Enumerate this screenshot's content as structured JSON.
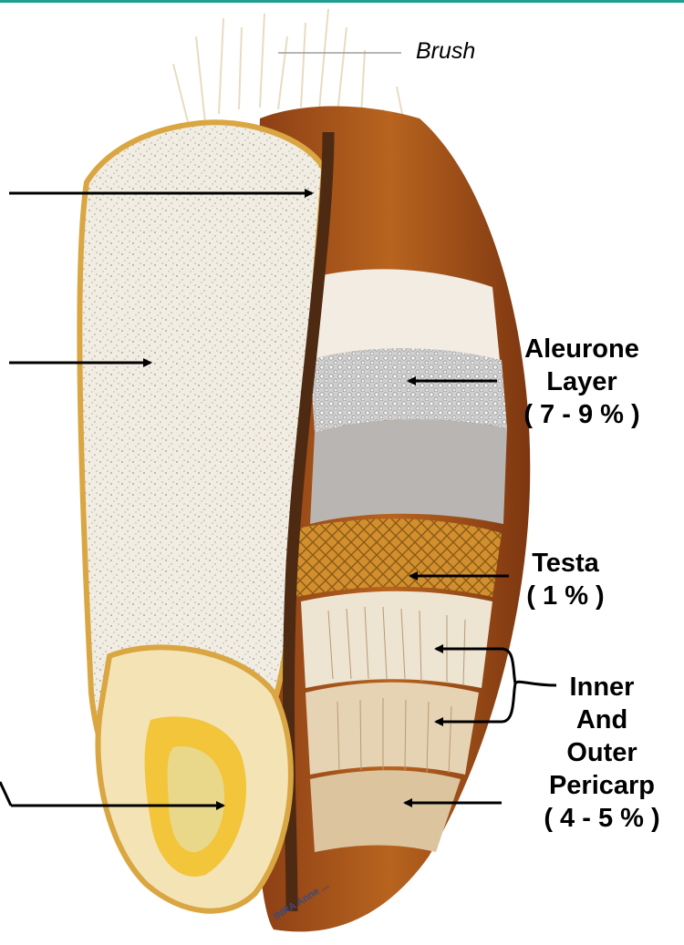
{
  "colors": {
    "top_rule": "#1f9e8f"
  },
  "labels": {
    "brush": "Brush",
    "aleurone": [
      "Aleurone",
      "Layer",
      "( 7 - 9 % )"
    ],
    "testa": [
      "Testa",
      "( 1 % )"
    ],
    "pericarp": [
      "Inner",
      "And",
      "Outer",
      "Pericarp",
      "( 4 - 5 % )"
    ]
  },
  "credit": "INRA  Anne ..."
}
